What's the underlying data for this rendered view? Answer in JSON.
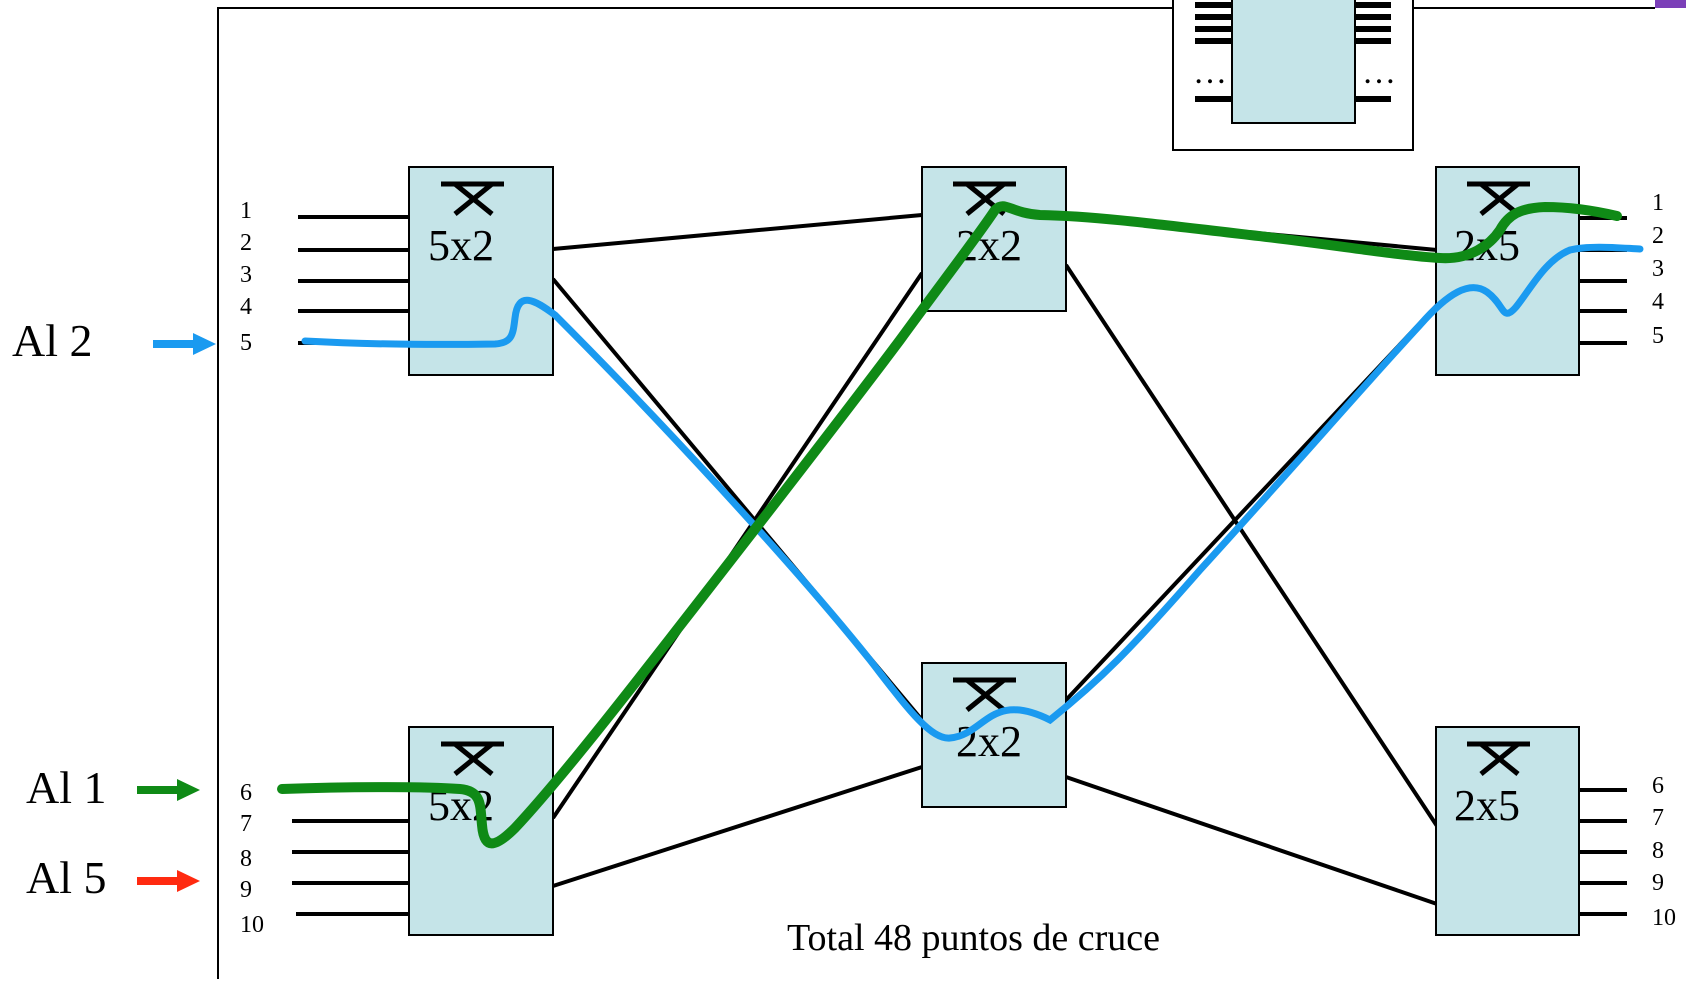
{
  "inputs": {
    "labels": [
      "1",
      "2",
      "3",
      "4",
      "5",
      "6",
      "7",
      "8",
      "9",
      "10"
    ]
  },
  "outputs": {
    "labels": [
      "1",
      "2",
      "3",
      "4",
      "5",
      "6",
      "7",
      "8",
      "9",
      "10"
    ]
  },
  "switches": {
    "stage1_top": "5x2",
    "stage1_bottom": "5x2",
    "stage2_top": "2x2",
    "stage2_bottom": "2x2",
    "stage3_top": "2x5",
    "stage3_bottom": "2x5"
  },
  "callers": [
    {
      "label": "Al 2",
      "color": "#1a9af0"
    },
    {
      "label": "Al 1",
      "color": "#0f8a16"
    },
    {
      "label": "Al 5",
      "color": "#ff2a10"
    }
  ],
  "footer": {
    "total": "Total 48 puntos de cruce"
  },
  "legend_inset": {
    "dots": "…"
  },
  "colors": {
    "box_fill": "#c5e4e8",
    "path_blue": "#1a9af0",
    "path_green": "#0f8a16",
    "arrow_red": "#ff2a10",
    "accent_purple": "#7b3fb8"
  }
}
